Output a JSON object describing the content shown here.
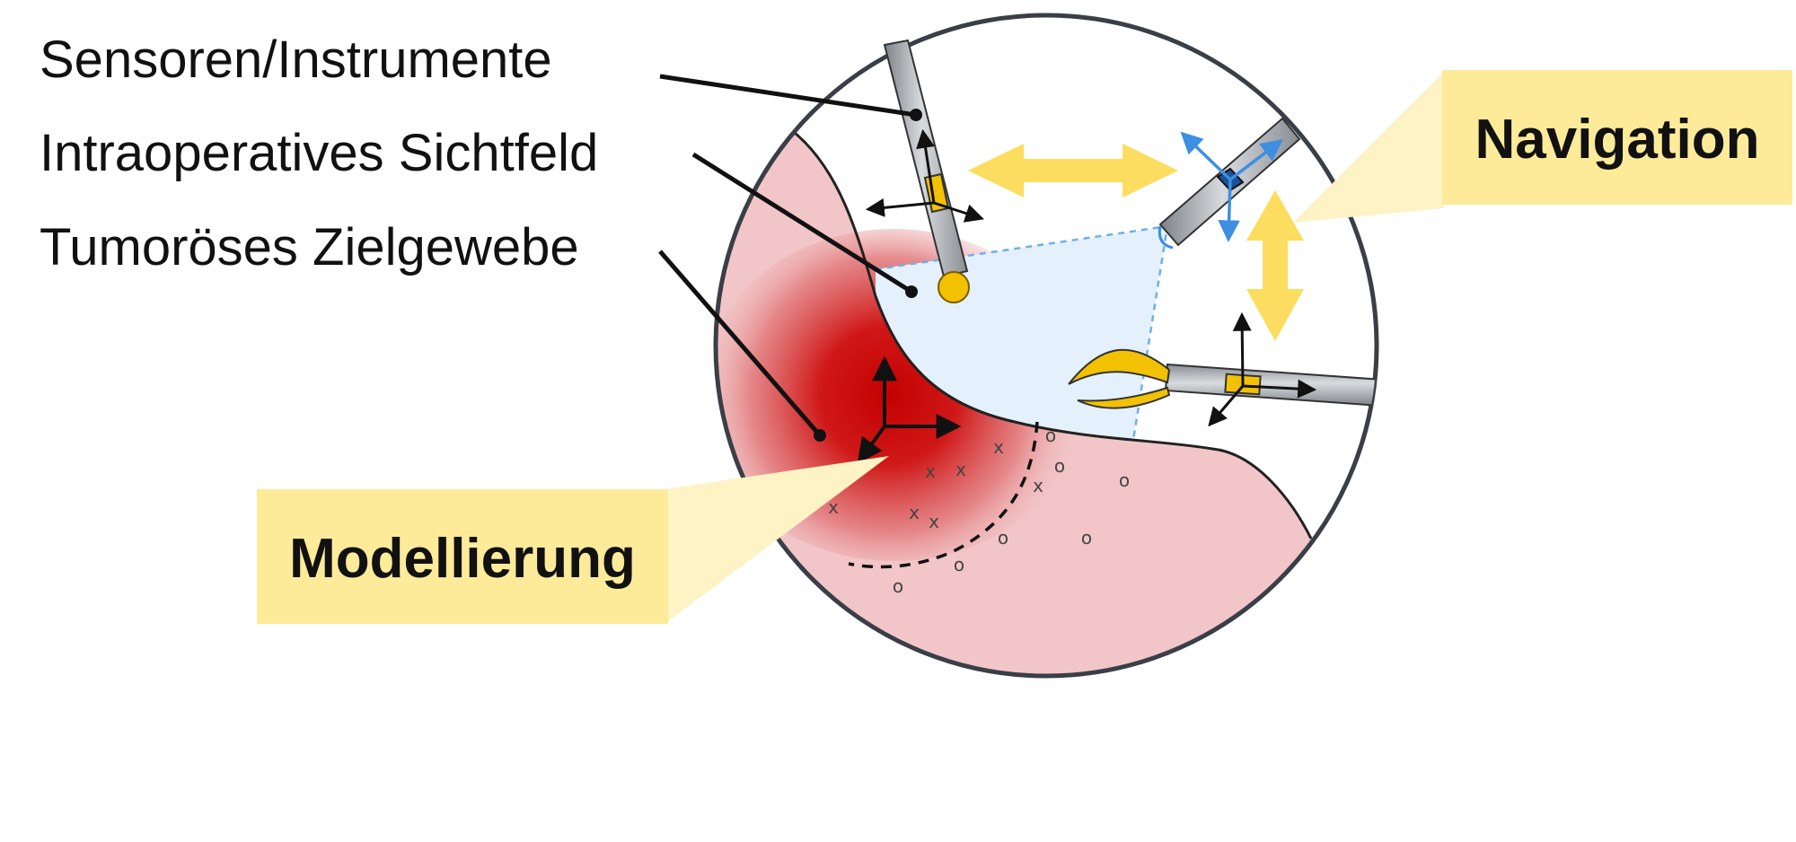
{
  "labels": {
    "sensors": "Sensoren/Instrumente",
    "field_of_view": "Intraoperatives Sichtfeld",
    "target_tissue": "Tumoröses Zielgewebe"
  },
  "callouts": {
    "navigation": "Navigation",
    "modelling": "Modellierung"
  },
  "markers": {
    "cross": "x",
    "circle": "o"
  },
  "colors": {
    "tissue": "#f2c6c8",
    "tumor_core": "#c40000",
    "field_of_view": "#e4f1fd",
    "field_of_view_edge": "#6fb0e6",
    "callout_box": "#fdeb9a",
    "callout_pointer": "#fdf3c4",
    "motion_arrow": "#fbd743",
    "instrument": "#a0a4aa",
    "sensor_marker": "#f2c200",
    "coordinate_blue": "#3d8fe0"
  }
}
